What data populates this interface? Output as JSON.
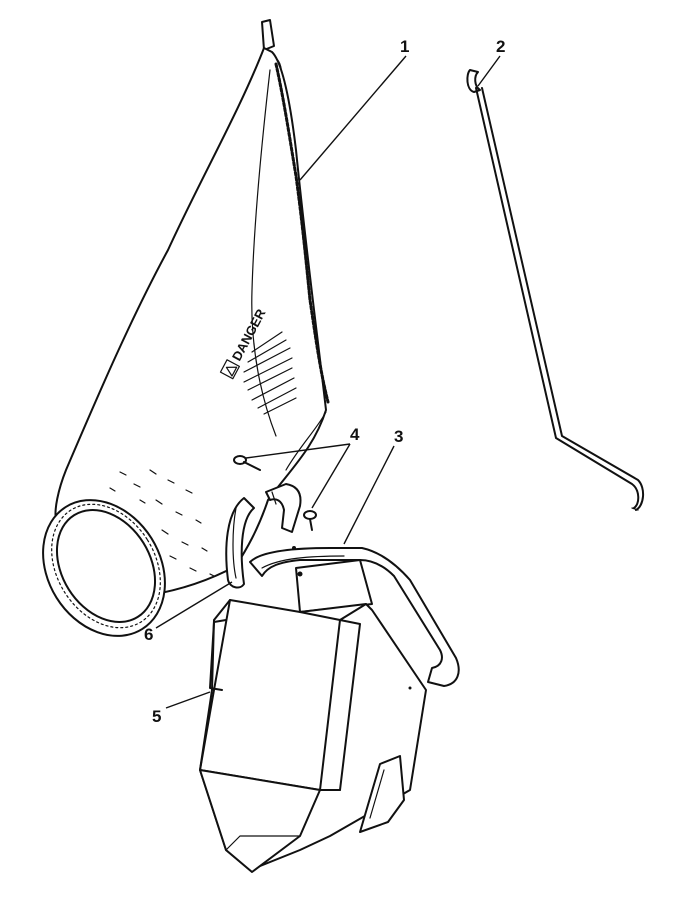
{
  "callouts": [
    {
      "id": "1",
      "label": "1"
    },
    {
      "id": "2",
      "label": "2"
    },
    {
      "id": "3",
      "label": "3"
    },
    {
      "id": "4",
      "label": "4"
    },
    {
      "id": "5",
      "label": "5"
    },
    {
      "id": "6",
      "label": "6"
    }
  ],
  "decal": {
    "text": "DANGER"
  }
}
